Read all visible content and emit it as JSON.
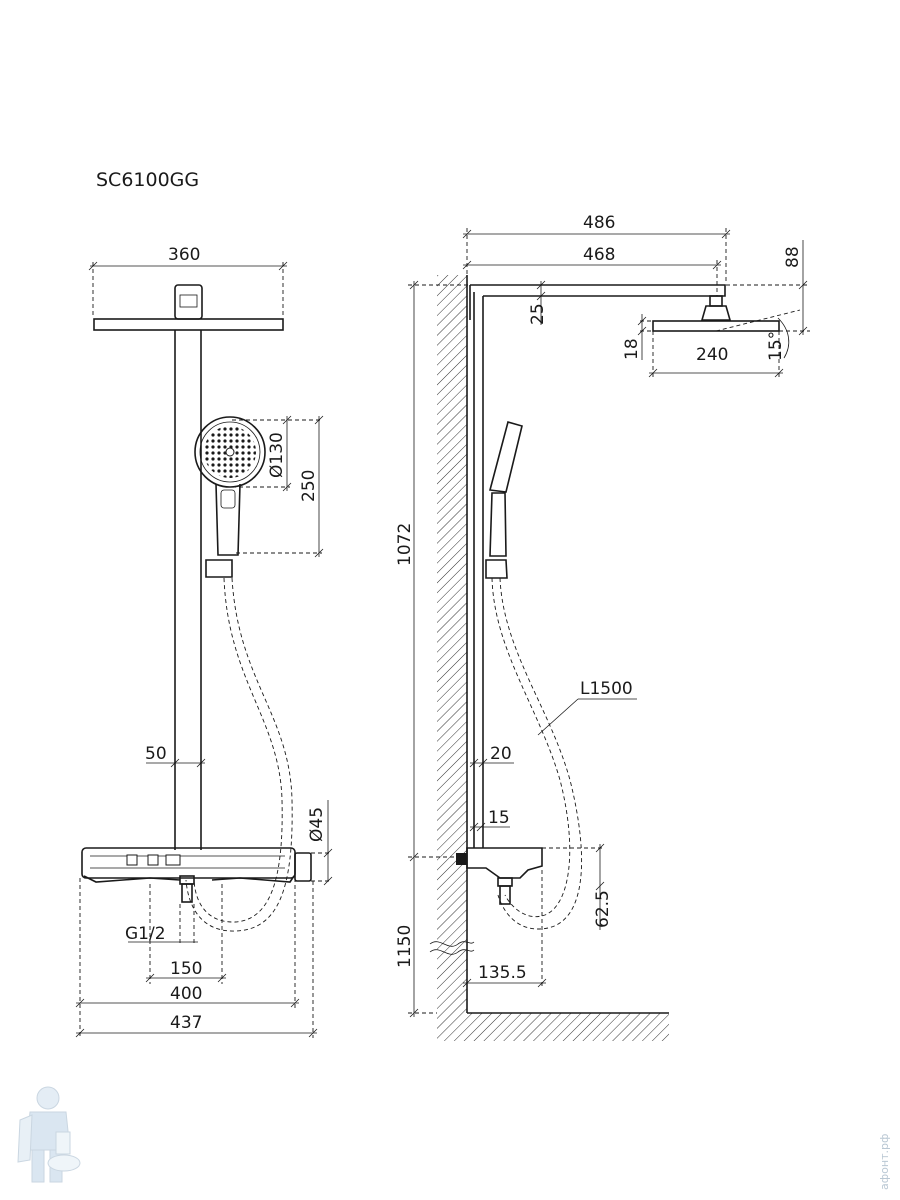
{
  "model": "SC6100GG",
  "dimensions": {
    "front": {
      "head_width": "360",
      "handshower_diameter": "Ø130",
      "handshower_length": "250",
      "bar_diameter": "50",
      "thermostat_diameter": "Ø45",
      "inlet_thread": "G1/2",
      "inlet_spacing": "150",
      "body_width": "400",
      "total_width": "437"
    },
    "side": {
      "arm_length_outer": "486",
      "arm_length_inner": "468",
      "head_offset_height": "88",
      "arm_thickness": "25",
      "head_thickness": "18",
      "head_depth": "240",
      "tilt_angle": "15°",
      "column_height": "1072",
      "hose_length": "L1500",
      "bar_offset": "20",
      "wall_gap": "15",
      "inlet_depth": "62.5",
      "mount_height": "1150",
      "inlet_projection": "135.5"
    }
  },
  "watermark": {
    "site": "афонт.рф"
  },
  "colors": {
    "line": "#1a1a1a",
    "watermark": "#b9c7d3",
    "background": "#ffffff"
  }
}
